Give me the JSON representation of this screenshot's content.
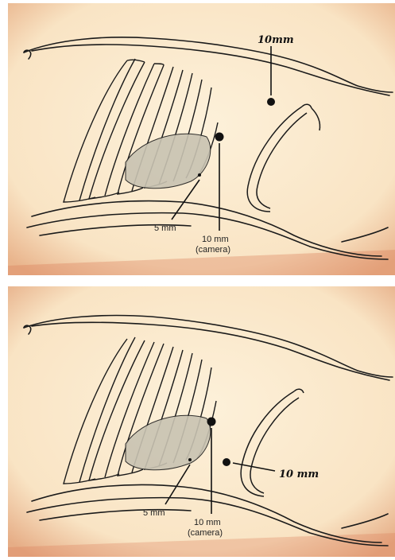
{
  "figure_top": {
    "ports": [
      {
        "size": "10mm",
        "style": "handwritten"
      },
      {
        "size": "10 mm",
        "note": "(camera)"
      },
      {
        "size": "5 mm"
      }
    ]
  },
  "figure_bottom": {
    "ports": [
      {
        "size": "10 mm",
        "note": "(camera)"
      },
      {
        "size": "5 mm"
      },
      {
        "size": "10 mm",
        "style": "handwritten"
      }
    ]
  },
  "colors": {
    "paper": "#fbe9cf",
    "ink": "#1a1a1a",
    "lung": "#c9c3b2",
    "shadow": "#b84a2c"
  }
}
